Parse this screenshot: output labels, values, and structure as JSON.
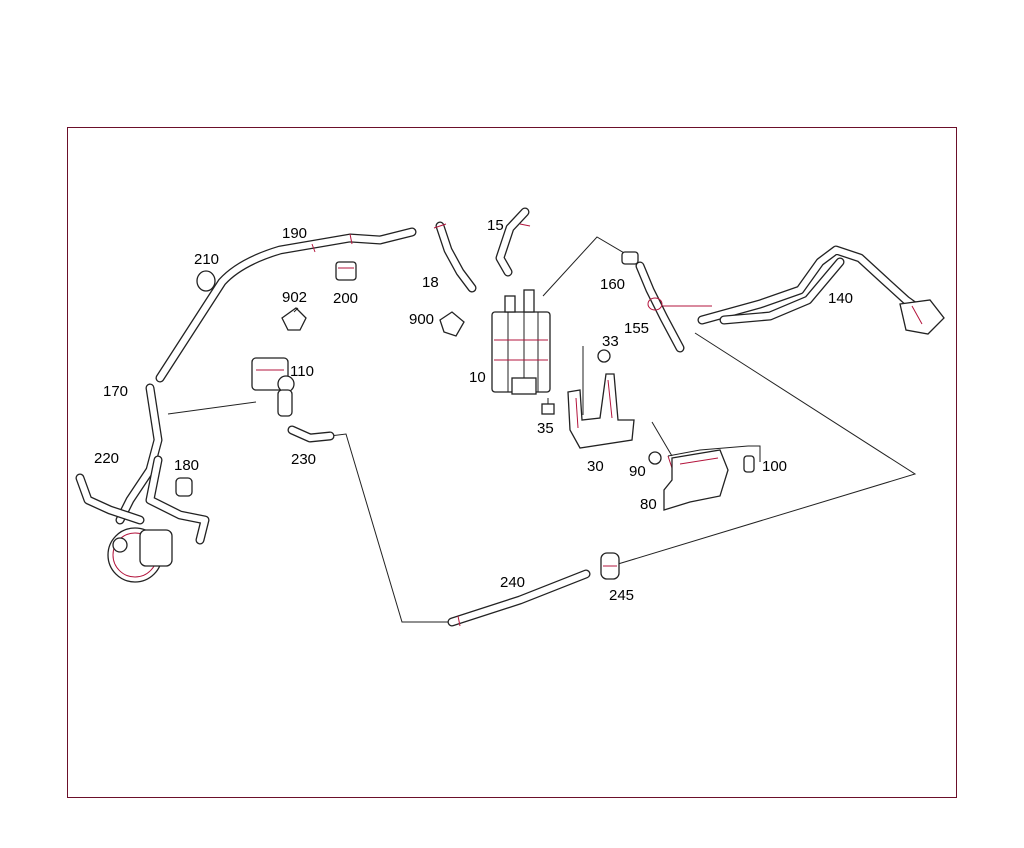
{
  "diagram": {
    "accent_color": "#b3143c",
    "frame_color": "#6b0f2a",
    "labels": [
      {
        "id": "10",
        "text": "10"
      },
      {
        "id": "15",
        "text": "15"
      },
      {
        "id": "18",
        "text": "18"
      },
      {
        "id": "30",
        "text": "30"
      },
      {
        "id": "33",
        "text": "33"
      },
      {
        "id": "35",
        "text": "35"
      },
      {
        "id": "80",
        "text": "80"
      },
      {
        "id": "90",
        "text": "90"
      },
      {
        "id": "100",
        "text": "100"
      },
      {
        "id": "110",
        "text": "110"
      },
      {
        "id": "140",
        "text": "140"
      },
      {
        "id": "155",
        "text": "155"
      },
      {
        "id": "160",
        "text": "160"
      },
      {
        "id": "170",
        "text": "170"
      },
      {
        "id": "180",
        "text": "180"
      },
      {
        "id": "190",
        "text": "190"
      },
      {
        "id": "200",
        "text": "200"
      },
      {
        "id": "210",
        "text": "210"
      },
      {
        "id": "220",
        "text": "220"
      },
      {
        "id": "230",
        "text": "230"
      },
      {
        "id": "240",
        "text": "240"
      },
      {
        "id": "245",
        "text": "245"
      },
      {
        "id": "900",
        "text": "900"
      },
      {
        "id": "902",
        "text": "902"
      }
    ]
  }
}
